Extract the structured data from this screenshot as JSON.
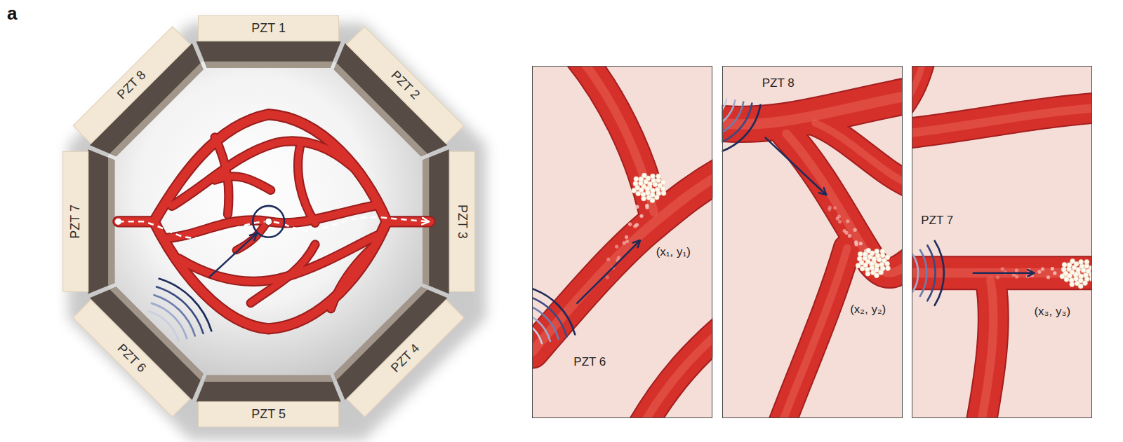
{
  "diagram": {
    "nodes": [
      {
        "text": [
          "PZT 1"
        ]
      },
      {
        "text": [
          "PZT 8"
        ]
      },
      {
        "text": [
          "PZT 2"
        ]
      },
      {
        "text": [
          "PZT 7"
        ]
      },
      {
        "text": [
          "PZT 3"
        ]
      },
      {
        "text": [
          "PZT 6"
        ]
      },
      {
        "text": [
          "PZT 4"
        ]
      },
      {
        "text": [
          "PZT 5"
        ]
      },
      {
        "text": [
          "PZT 6",
          "(x₁, y₁)"
        ]
      },
      {
        "text": [
          "PZT 8",
          "(x₂, y₂)"
        ]
      },
      {
        "text": [
          "PZT 7",
          "(x₃, y₃)"
        ]
      }
    ],
    "labels": [
      "a"
    ]
  }
}
